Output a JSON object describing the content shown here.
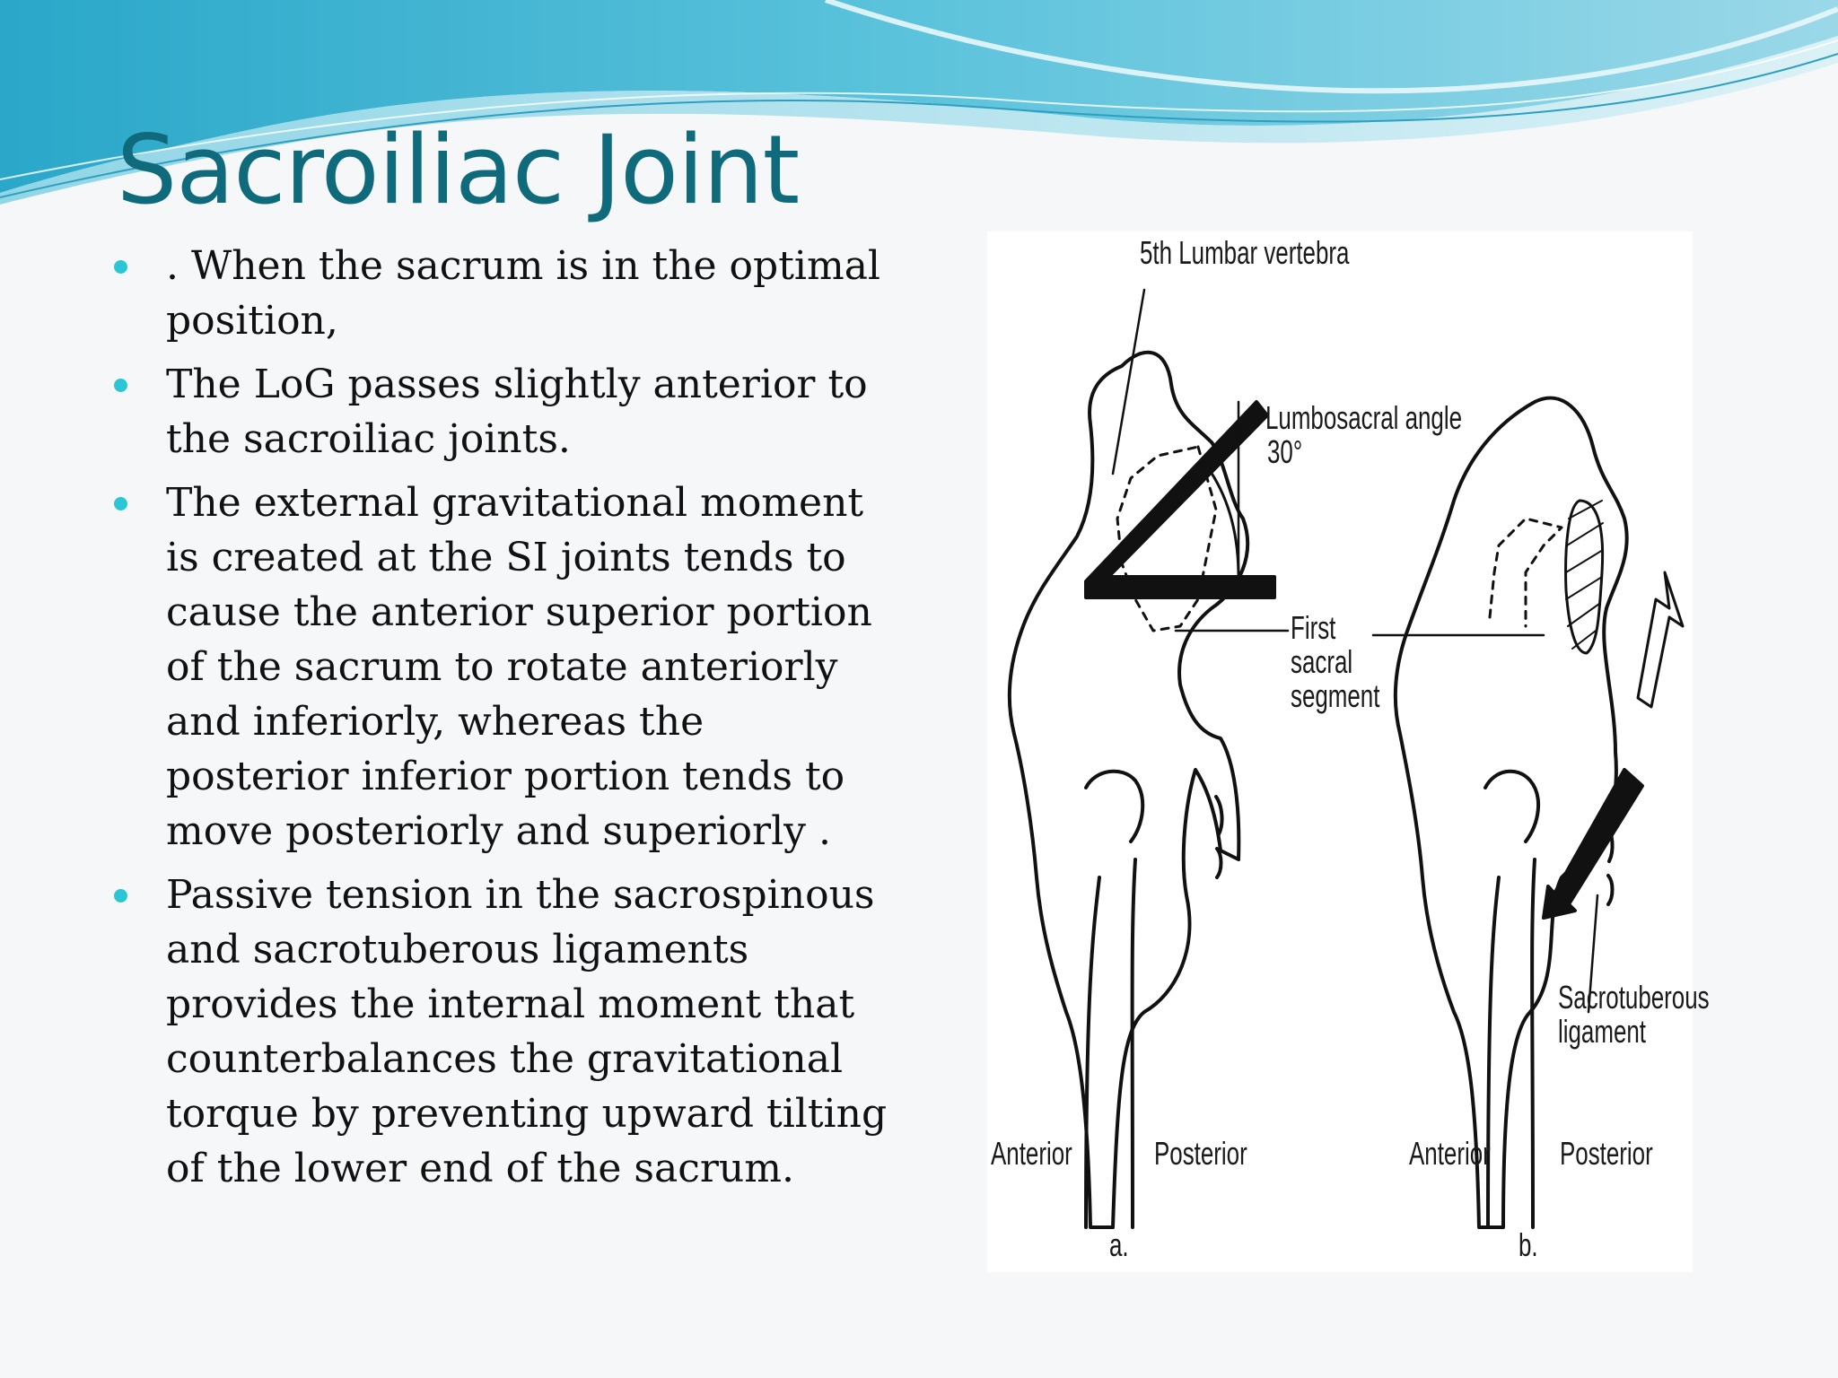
{
  "slide": {
    "title": "Sacroiliac Joint",
    "bullets": [
      ". When the sacrum is in the optimal position,",
      "The LoG passes slightly anterior to the sacroiliac joints.",
      " The external gravitational moment is created at the SI joints tends to cause the anterior superior portion of the sacrum to rotate anteriorly and inferiorly, whereas the posterior inferior portion tends to move posteriorly and superiorly .",
      " Passive tension in the sacrospinous and sacrotuberous ligaments provides the internal moment that counterbalances the gravitational torque by preventing upward tilting of the lower end of the sacrum."
    ]
  },
  "figure": {
    "labels": {
      "lumbar": "5th Lumbar vertebra",
      "angle_title": "Lumbosacral angle",
      "angle_value": "30°",
      "first": "First",
      "sacral": "sacral",
      "segment": "segment",
      "sacrotuberous": "Sacrotuberous",
      "ligament": "ligament",
      "anterior_a": "Anterior",
      "posterior_a": "Posterior",
      "anterior_b": "Anterior",
      "posterior_b": "Posterior",
      "panel_a": "a.",
      "panel_b": "b."
    }
  },
  "colors": {
    "title": "#0f6a7c",
    "bullet": "#2ac6d6",
    "wave_primary": "#3ab3d0",
    "wave_light": "#bfe8f1",
    "text": "#111111"
  }
}
